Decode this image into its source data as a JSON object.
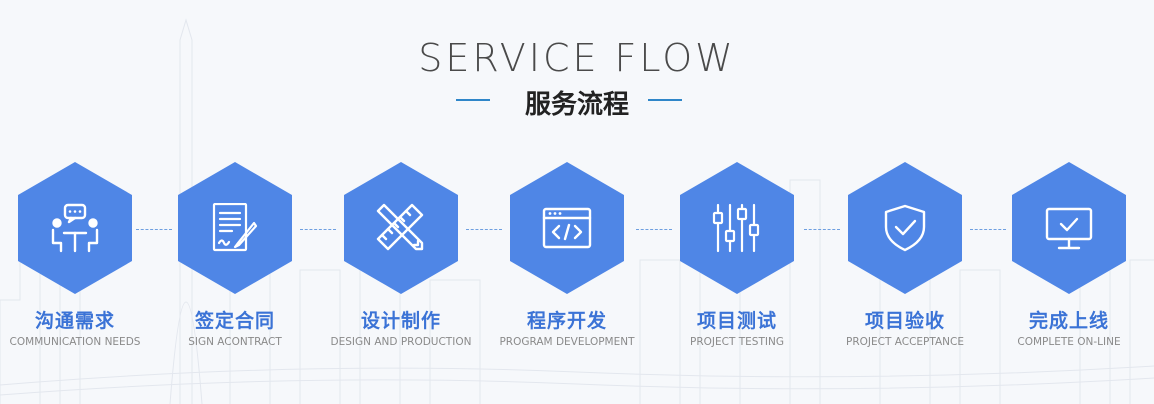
{
  "header": {
    "title_en": "SERVICE FLOW",
    "title_cn": "服务流程"
  },
  "colors": {
    "hex_fill": "#4f86e6",
    "label_cn": "#3b73d6",
    "accent_line": "#2f86c9"
  },
  "steps": [
    {
      "label_cn": "沟通需求",
      "label_en": "COMMUNICATION NEEDS",
      "icon": "meeting-chat-icon"
    },
    {
      "label_cn": "签定合同",
      "label_en": "SIGN ACONTRACT",
      "icon": "contract-pen-icon"
    },
    {
      "label_cn": "设计制作",
      "label_en": "DESIGN AND PRODUCTION",
      "icon": "ruler-pencil-icon"
    },
    {
      "label_cn": "程序开发",
      "label_en": "PROGRAM DEVELOPMENT",
      "icon": "code-window-icon"
    },
    {
      "label_cn": "项目测试",
      "label_en": "PROJECT TESTING",
      "icon": "sliders-icon"
    },
    {
      "label_cn": "项目验收",
      "label_en": "PROJECT ACCEPTANCE",
      "icon": "shield-check-icon"
    },
    {
      "label_cn": "完成上线",
      "label_en": "COMPLETE ON-LINE",
      "icon": "monitor-check-icon"
    }
  ]
}
